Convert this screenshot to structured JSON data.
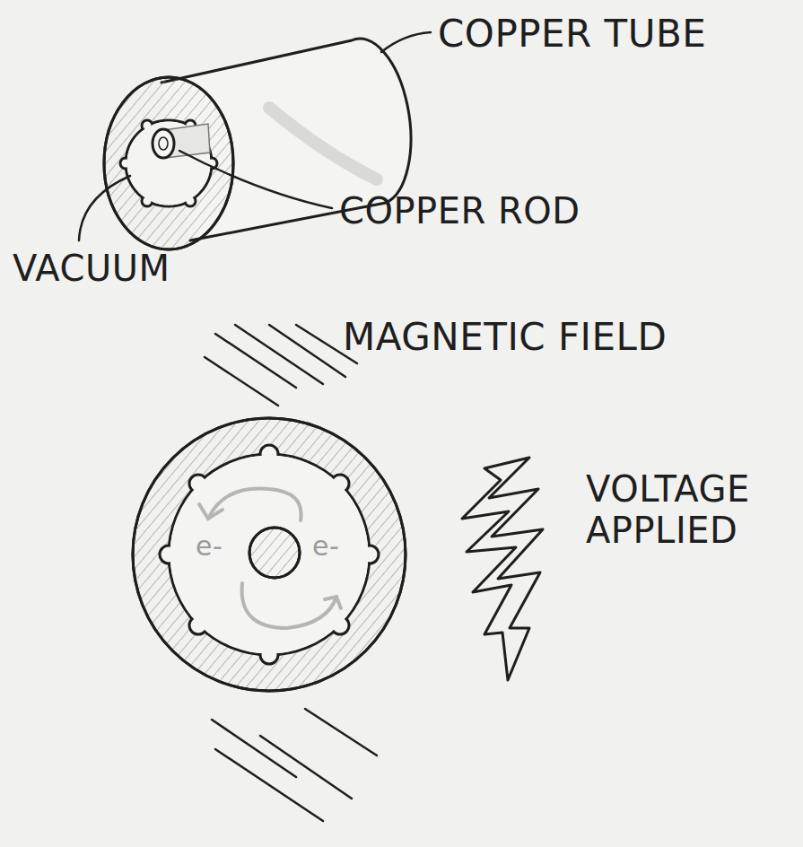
{
  "diagram": {
    "labels": [
      "COPPER TUBE",
      "COPPER ROD",
      "VACUUM",
      "MAGNETIC FIELD",
      "e-",
      "e-",
      "VOLTAGE APPLIED"
    ]
  }
}
